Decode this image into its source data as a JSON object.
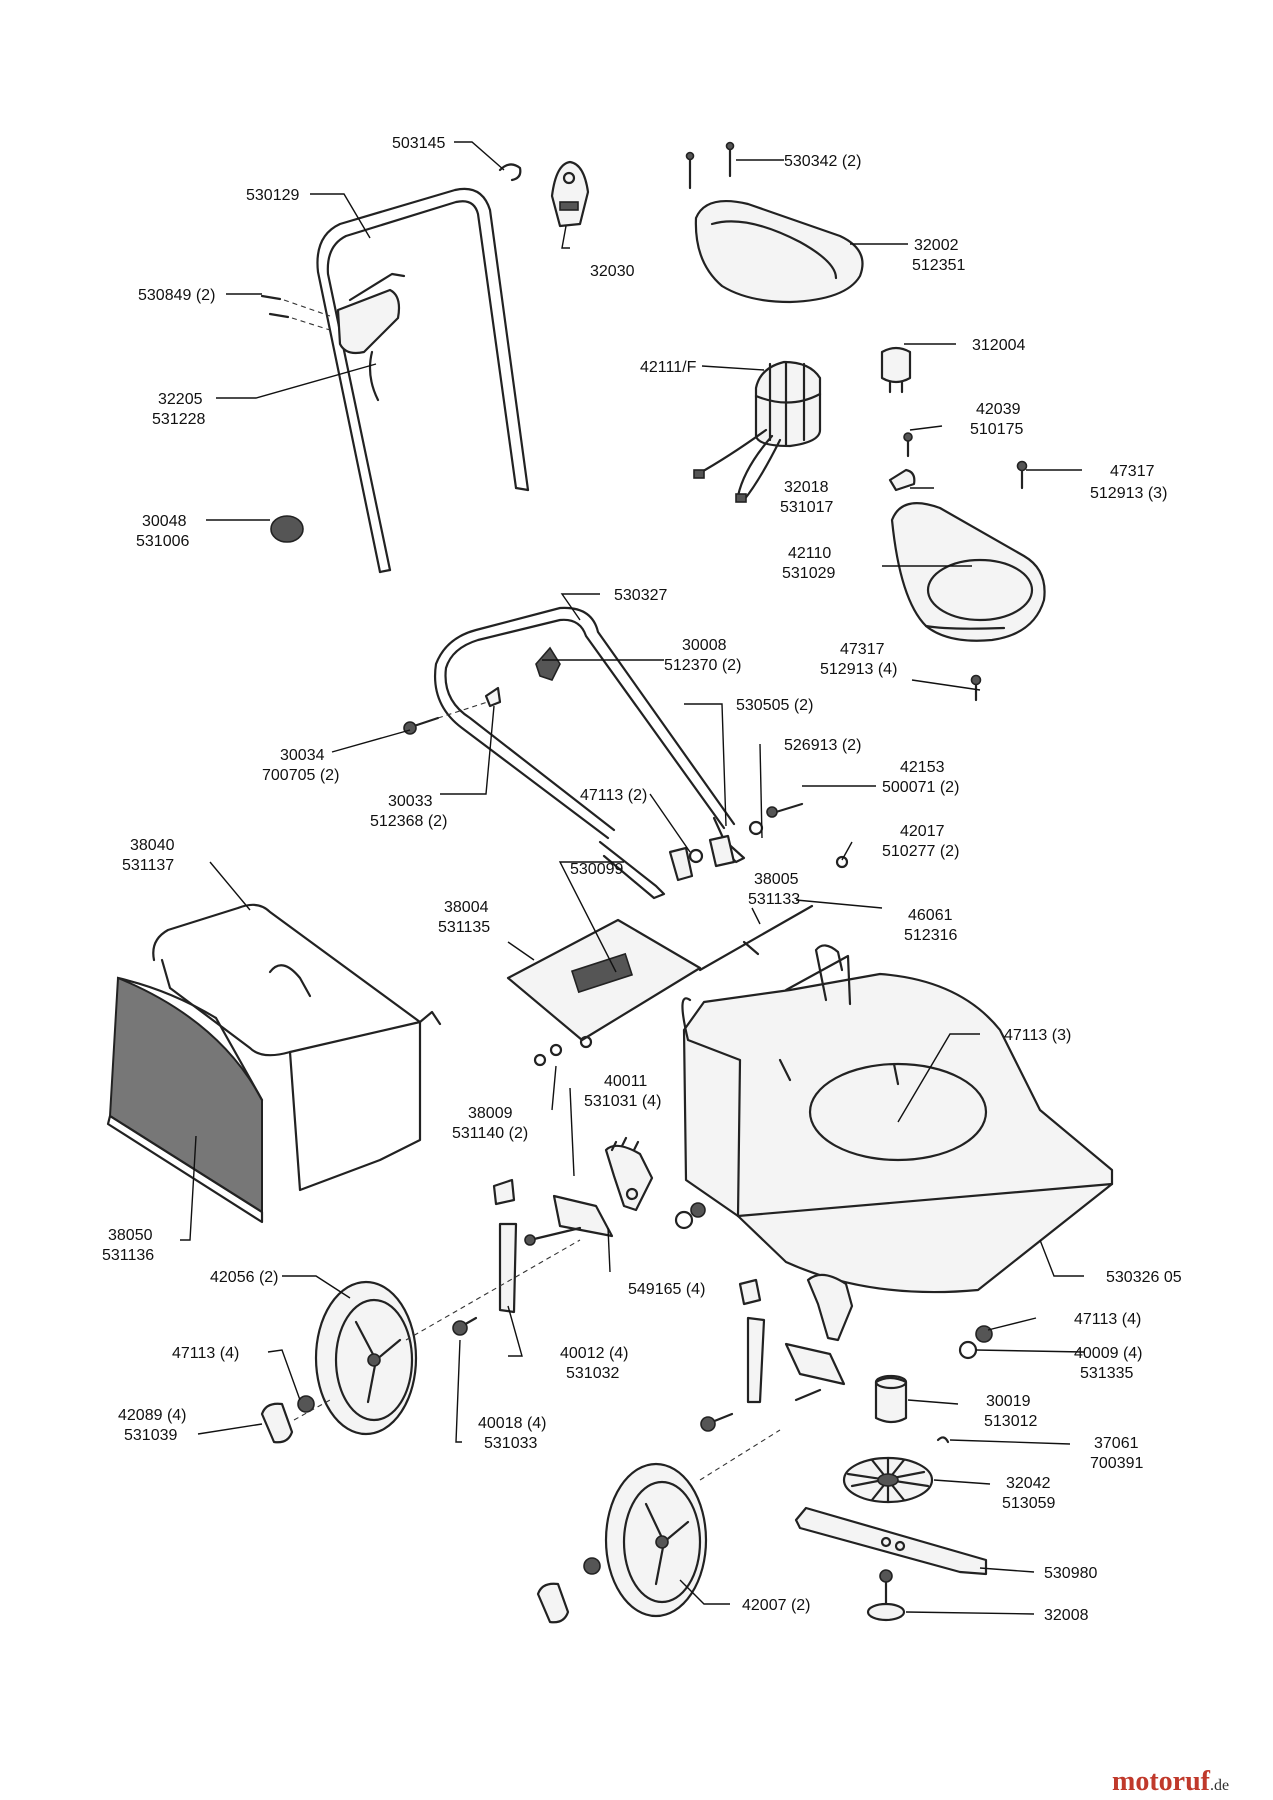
{
  "labels": {
    "p503145": "503145",
    "p530129": "530129",
    "p530849": "530849 (2)",
    "p32205": "32205",
    "p531228": "531228",
    "p30048": "30048",
    "p531006": "531006",
    "p32030": "32030",
    "p530342": "530342 (2)",
    "p32002": "32002",
    "p512351": "512351",
    "p312004": "312004",
    "p42111": "42111/F",
    "p42039": "42039",
    "p510175": "510175",
    "p32018": "32018",
    "p531017": "531017",
    "p47317a": "47317",
    "p512913a": "512913 (3)",
    "p42110": "42110",
    "p531029": "531029",
    "p530327": "530327",
    "p30008": "30008",
    "p512370": "512370 (2)",
    "p47317b": "47317",
    "p512913b": "512913 (4)",
    "p530505": "530505 (2)",
    "p30034": "30034",
    "p700705": "700705 (2)",
    "p526913": "526913 (2)",
    "p42153": "42153",
    "p500071": "500071 (2)",
    "p30033": "30033",
    "p512368": "512368 (2)",
    "p47113a": "47113 (2)",
    "p42017": "42017",
    "p510277": "510277 (2)",
    "p38040": "38040",
    "p531137": "531137",
    "p530099": "530099",
    "p38004": "38004",
    "p531135": "531135",
    "p38005": "38005",
    "p531133": "531133",
    "p46061": "46061",
    "p512316": "512316",
    "p47113b": "47113 (3)",
    "p40011": "40011",
    "p531031": "531031 (4)",
    "p38009": "38009",
    "p531140": "531140 (2)",
    "p38050": "38050",
    "p531136": "531136",
    "p42056": "42056 (2)",
    "p549165": "549165 (4)",
    "p530326": "530326 05",
    "p47113c": "47113 (4)",
    "p40009": "40009 (4)",
    "p531335": "531335",
    "p47113d": "47113 (4)",
    "p40012": "40012 (4)",
    "p531032": "531032",
    "p30019": "30019",
    "p513012": "513012",
    "p42089": "42089 (4)",
    "p531039": "531039",
    "p40018": "40018 (4)",
    "p531033": "531033",
    "p37061": "37061",
    "p700391": "700391",
    "p32042": "32042",
    "p513059": "513059",
    "p530980": "530980",
    "p42007": "42007 (2)",
    "p32008": "32008"
  },
  "watermark": {
    "brand": "motoruf",
    "suffix": ".de",
    "brand_color": "#c0392b"
  }
}
